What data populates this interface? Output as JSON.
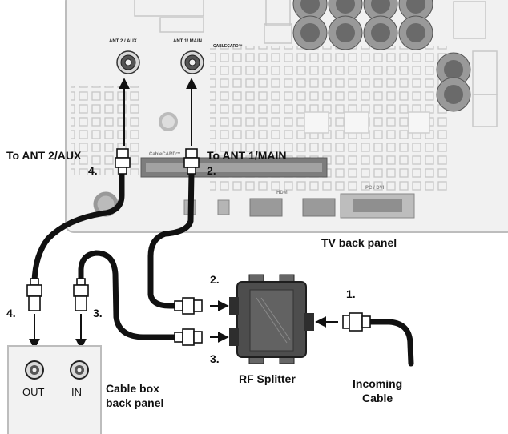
{
  "tv_panel": {
    "caption": "TV back panel",
    "ant2_port_label": "ANT 2 / AUX",
    "ant1_port_label": "ANT 1/ MAIN",
    "ant1_port_sublabel": "CABLECARD™",
    "cablecard_label": "CableCARD™",
    "hdmi_label": "HDMI",
    "pc_label": "PC / DVI"
  },
  "connections": {
    "to_ant2": "To ANT 2/AUX",
    "to_ant2_step": "4.",
    "to_ant1": "To ANT 1/MAIN",
    "to_ant1_step": "2."
  },
  "splitter": {
    "caption": "RF Splitter",
    "step_top": "2.",
    "step_bottom": "3.",
    "step_input": "1.",
    "incoming_line1": "Incoming",
    "incoming_line2": "Cable"
  },
  "cable_box": {
    "caption_line1": "Cable box",
    "caption_line2": "back panel",
    "out_label": "OUT",
    "in_label": "IN",
    "out_step": "4.",
    "in_step": "3."
  }
}
